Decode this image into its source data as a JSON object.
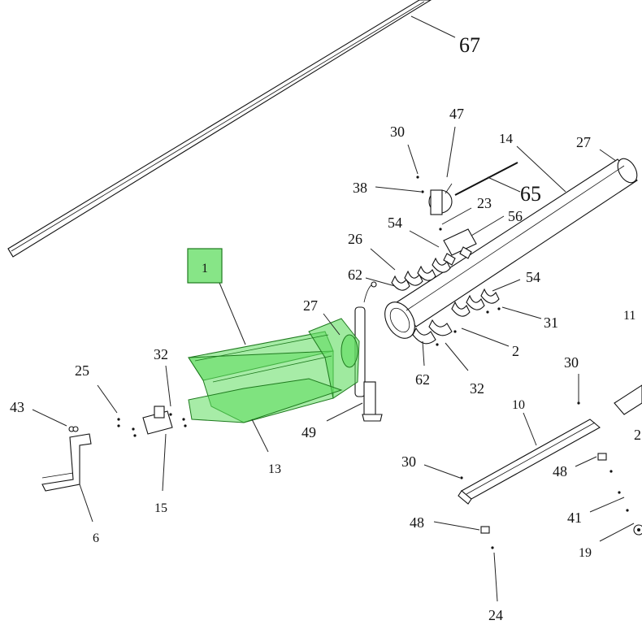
{
  "highlight_color": "#5fdc5f",
  "callouts": {
    "c67": "67",
    "c30a": "30",
    "c47": "47",
    "c14": "14",
    "c27a": "27",
    "c38": "38",
    "c65": "65",
    "c23": "23",
    "c54a": "54",
    "c56": "56",
    "c26": "26",
    "c62a": "62",
    "c54b": "54",
    "c27b": "27",
    "c11": "11",
    "c31": "31",
    "c1": "1",
    "c2": "2",
    "c32a": "32",
    "c25": "25",
    "c62b": "62",
    "c32b": "32",
    "c30b": "30",
    "c43": "43",
    "c49": "49",
    "c10": "10",
    "c13": "13",
    "c15": "15",
    "c30c": "30",
    "c48a": "48",
    "c6": "6",
    "c41": "41",
    "c48b": "48",
    "c19": "19",
    "c24": "24",
    "c2r": "2"
  }
}
